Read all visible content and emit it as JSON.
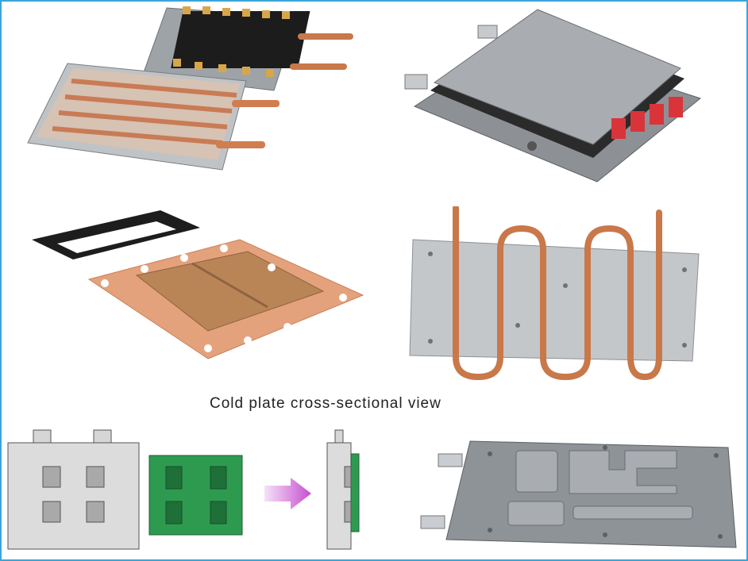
{
  "caption": "Cold plate cross-sectional view",
  "colors": {
    "frame_border": "#3aa6d8",
    "copper": "#d98a5f",
    "aluminum": "#b8bbbf",
    "pcb_green": "#2e9a4f",
    "arrow_magenta": "#c64fd0"
  },
  "panels": [
    {
      "name": "igbt-module-on-cold-plate-photo"
    },
    {
      "name": "sealed-liquid-cold-plate-photo"
    },
    {
      "name": "copper-skived-fin-cold-plate-photo"
    },
    {
      "name": "serpentine-copper-tube-cold-plate-photo"
    },
    {
      "name": "cold-plate-cross-section-diagram"
    },
    {
      "name": "machined-channel-cold-plate-photo"
    }
  ]
}
